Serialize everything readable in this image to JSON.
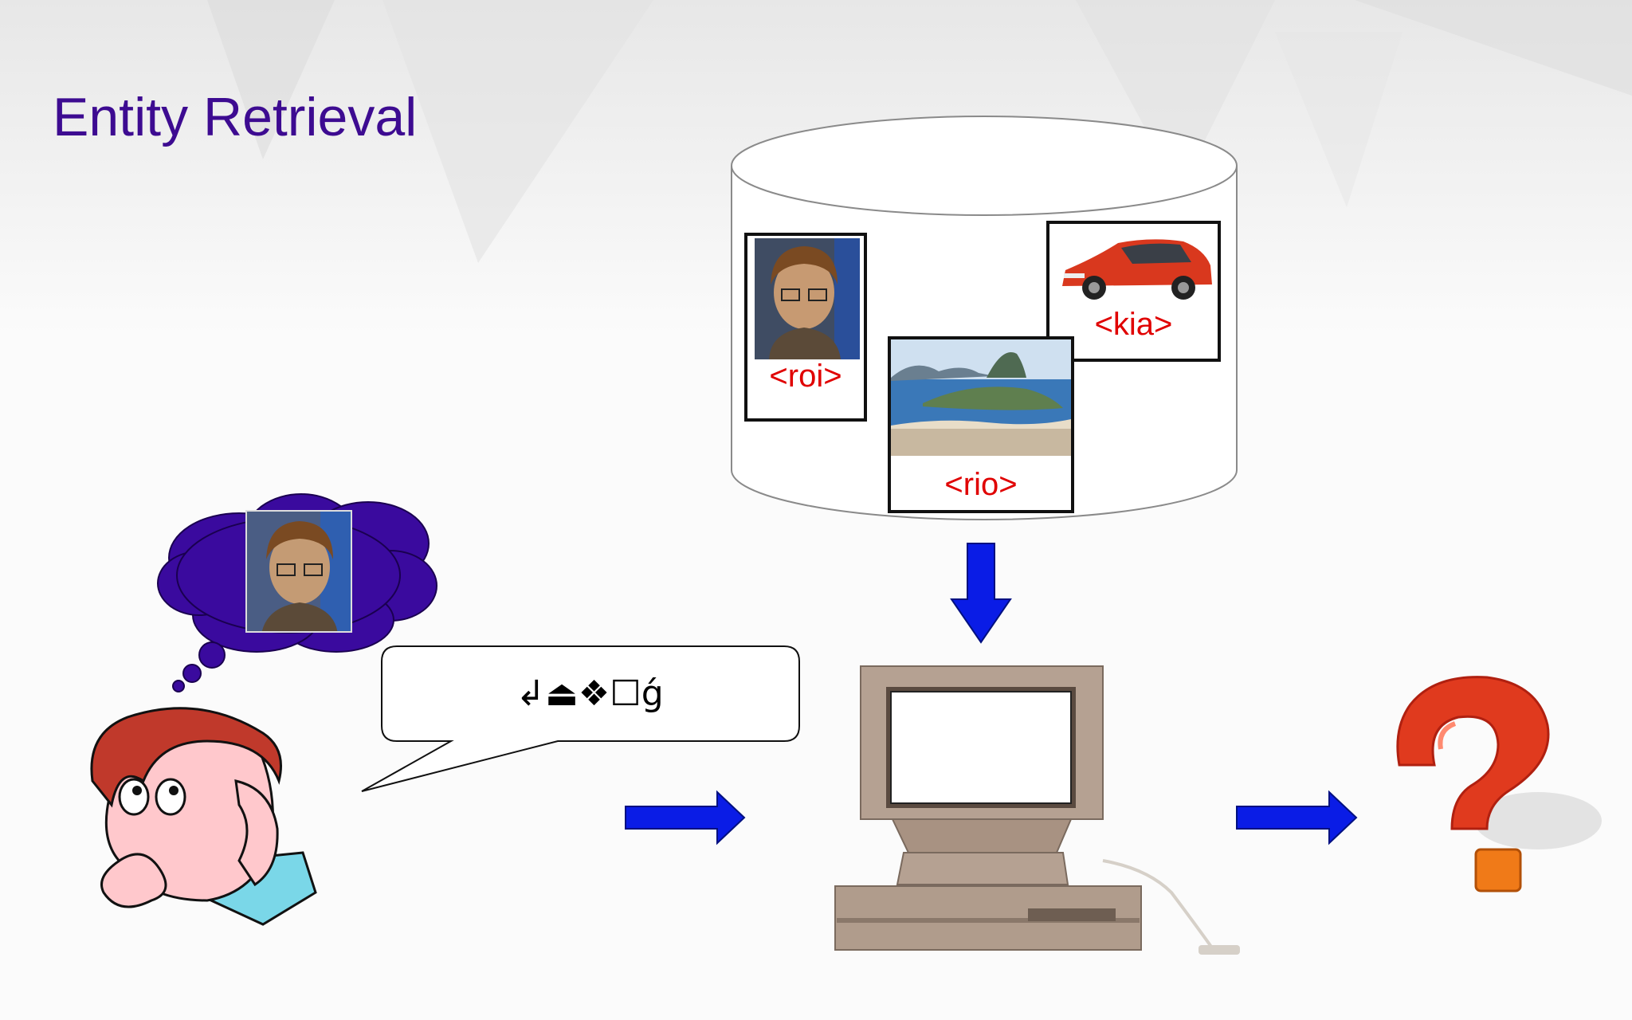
{
  "slide": {
    "title": "Entity Retrieval"
  },
  "database": {
    "entities": [
      {
        "label": "<roi>",
        "image": "person-photo"
      },
      {
        "label": "<rio>",
        "image": "rio-landscape-photo"
      },
      {
        "label": "<kia>",
        "image": "red-car-photo"
      }
    ]
  },
  "query": {
    "speech_text": "↲⏏❖☐ǵ",
    "thought_image": "person-photo"
  },
  "flow": {
    "arrow_color": "#0a1ce6",
    "result_icon": "question-mark-icon"
  },
  "colors": {
    "title": "#3d0b91",
    "entity_label": "#e00000",
    "thought_cloud": "#3a0a9e"
  }
}
